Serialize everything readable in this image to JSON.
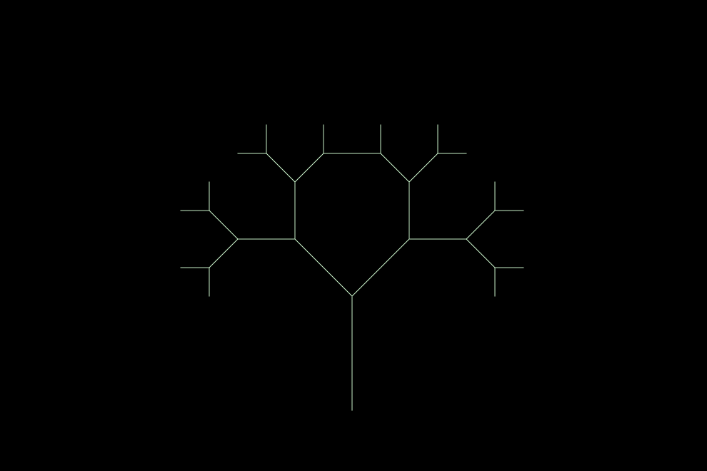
{
  "scene": {
    "background_color": "#000000",
    "line_color": "#c8f0c8",
    "shape": "fractal-tree",
    "recursion_depth": 4,
    "branch_angle_degrees": 45,
    "length_ratio": 0.7071
  }
}
